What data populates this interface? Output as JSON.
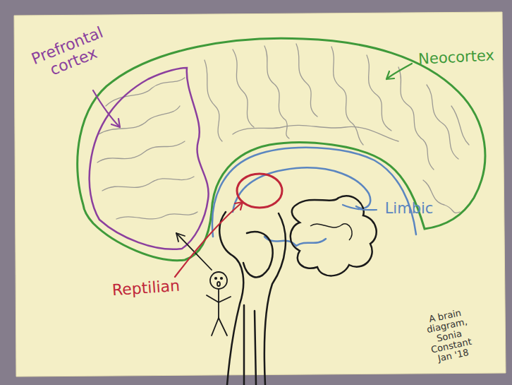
{
  "diagram": {
    "labels": [
      "Prefrontal cortex",
      "Neocortex",
      "Limbic",
      "Reptilian",
      "A brain diagram, Sonia Constant Jan '18"
    ]
  }
}
